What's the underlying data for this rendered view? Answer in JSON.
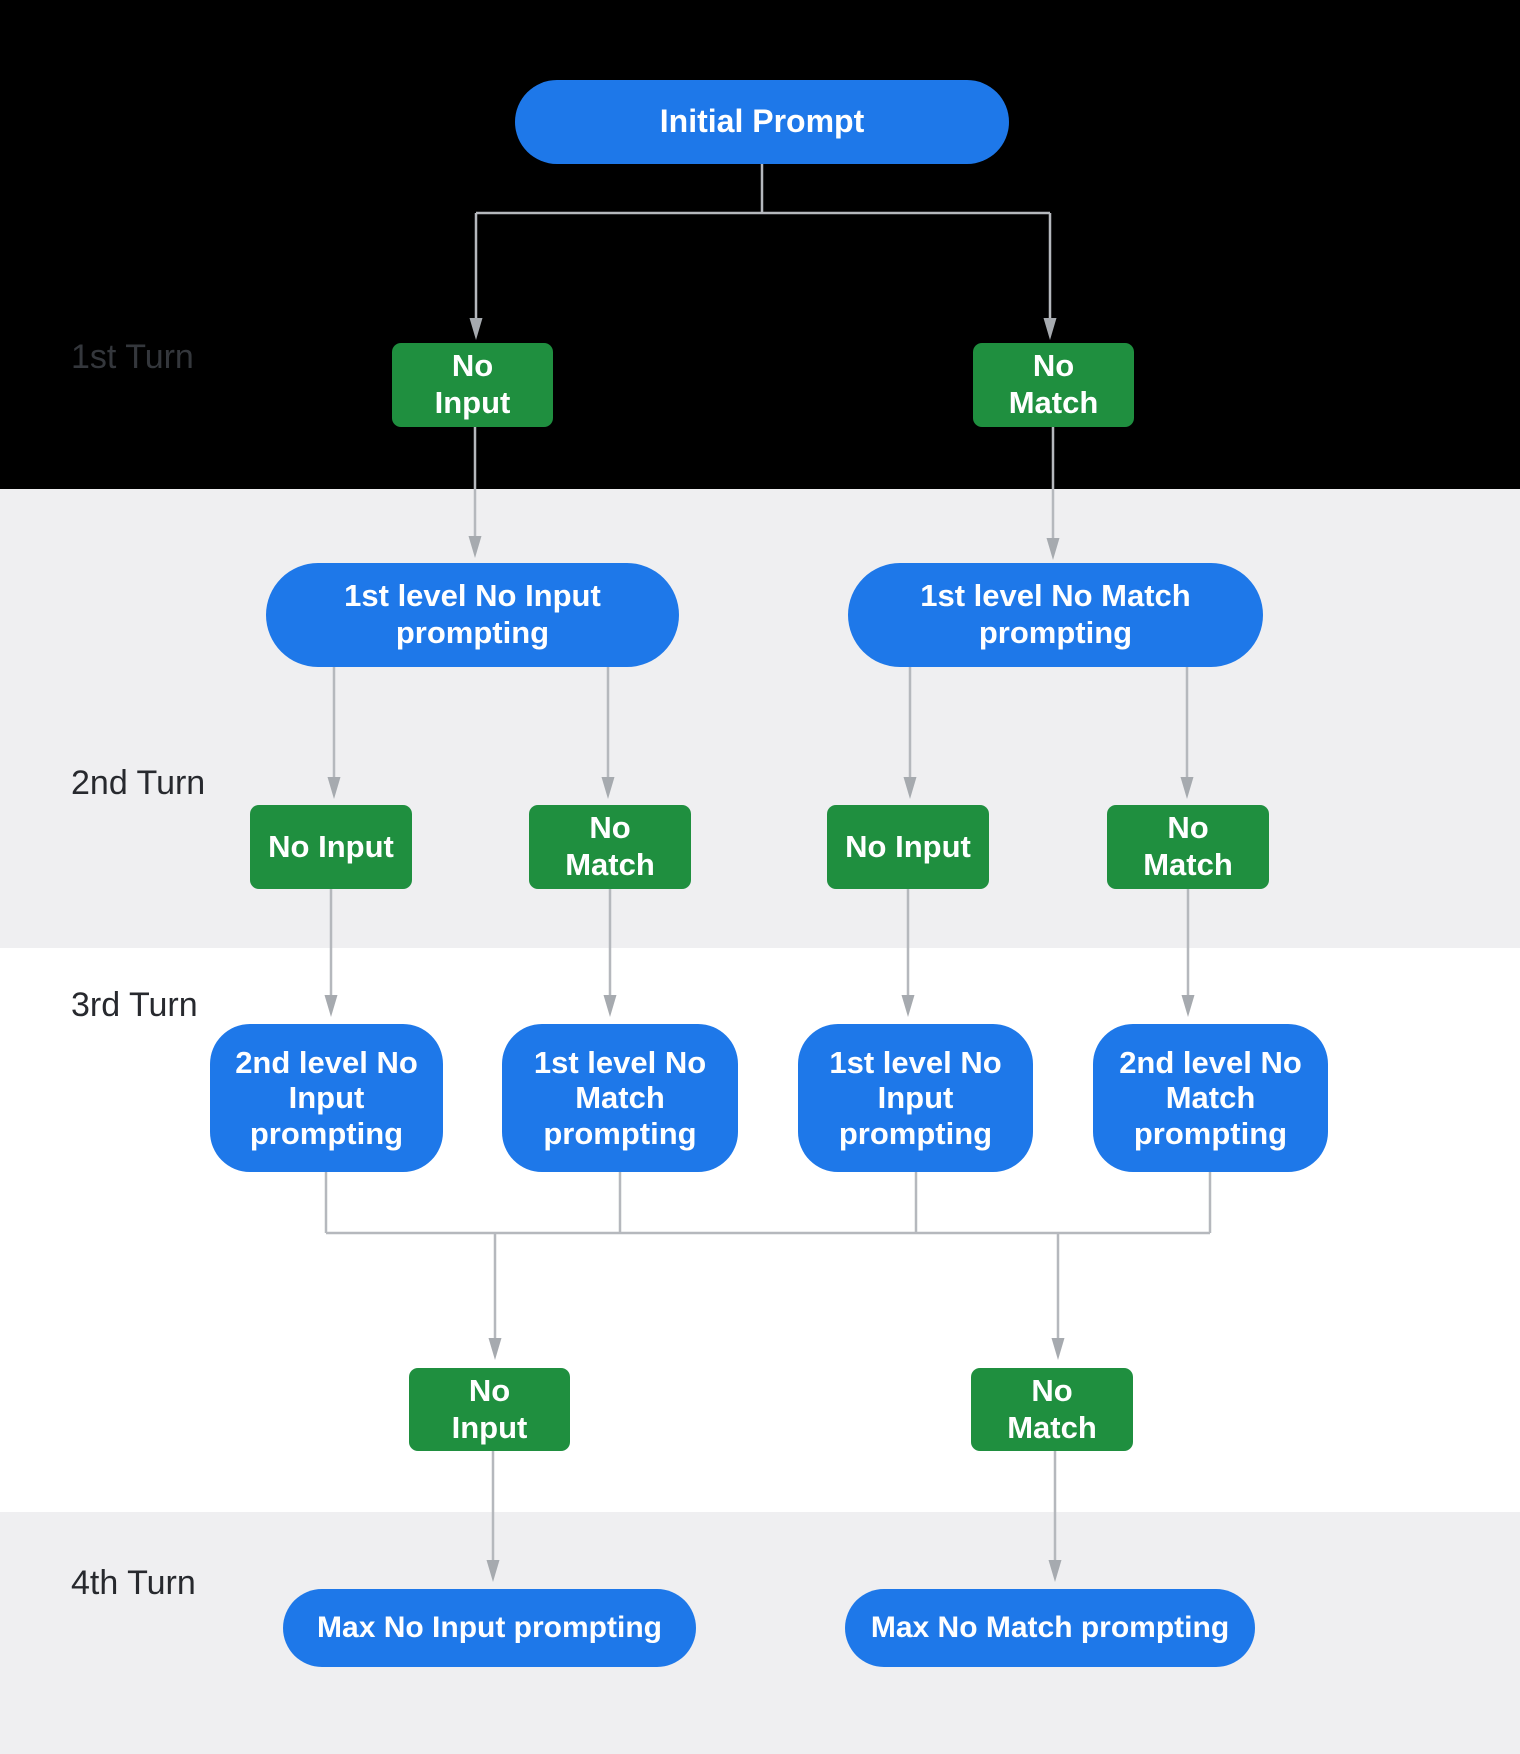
{
  "colors": {
    "node_blue": "#1e78e9",
    "node_green": "#1f8f3f",
    "connector_line": "#b5b8bd",
    "connector_arrow": "#a6aaaf",
    "band_black": "#000000",
    "band_gray": "#efeff1",
    "band_white": "#ffffff",
    "label_color": "#27292e",
    "label_on_black": "#34373c"
  },
  "root": {
    "label": "Initial Prompt"
  },
  "turn_labels": {
    "t1": "1st Turn",
    "t2": "2nd Turn",
    "t3": "3rd Turn",
    "t4": "4th Turn"
  },
  "turn1": {
    "no_input": "No Input",
    "no_match": "No Match"
  },
  "turn2": {
    "no_input_prompt": "1st level No Input prompting",
    "no_match_prompt": "1st level No Match prompting",
    "left_no_input": "No Input",
    "left_no_match": "No Match",
    "right_no_input": "No Input",
    "right_no_match": "No Match"
  },
  "turn3": {
    "box1": "2nd level No Input prompting",
    "box2": "1st level No Match prompting",
    "box3": "1st level No Input prompting",
    "box4": "2nd level No Match prompting",
    "no_input": "No Input",
    "no_match": "No Match"
  },
  "turn4": {
    "max_no_input": "Max No Input prompting",
    "max_no_match": "Max No Match prompting"
  }
}
